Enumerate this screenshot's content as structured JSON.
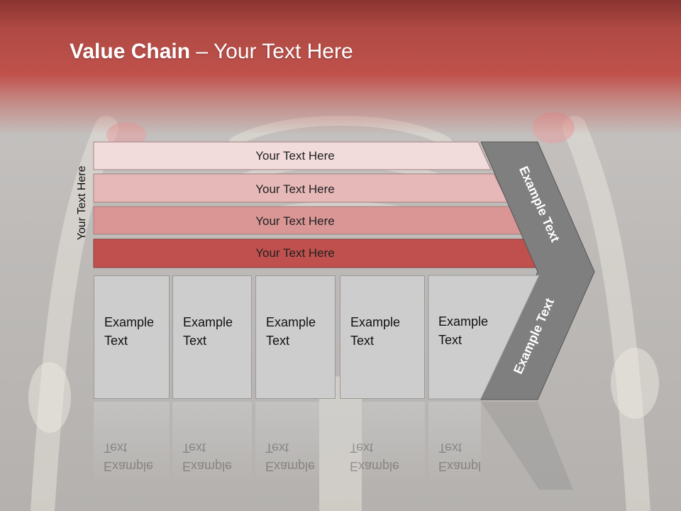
{
  "slide": {
    "title_bold": "Value Chain",
    "title_rest": " – Your Text Here",
    "side_label": "Your Text Here"
  },
  "bars": [
    {
      "label": "Your Text Here",
      "color": "#f2dcdb"
    },
    {
      "label": "Your Text Here",
      "color": "#e6b9b8"
    },
    {
      "label": "Your Text Here",
      "color": "#d99694"
    },
    {
      "label": "Your Text Here",
      "color": "#c0504d"
    }
  ],
  "boxes": [
    {
      "label": "Example\nText"
    },
    {
      "label": "Example\nText"
    },
    {
      "label": "Example\nText"
    },
    {
      "label": "Example\nText"
    },
    {
      "label": "Example\nText"
    }
  ],
  "chevron": {
    "top_label": "Example Text",
    "bottom_label": "Example Text",
    "color": "#7f7f7f"
  }
}
